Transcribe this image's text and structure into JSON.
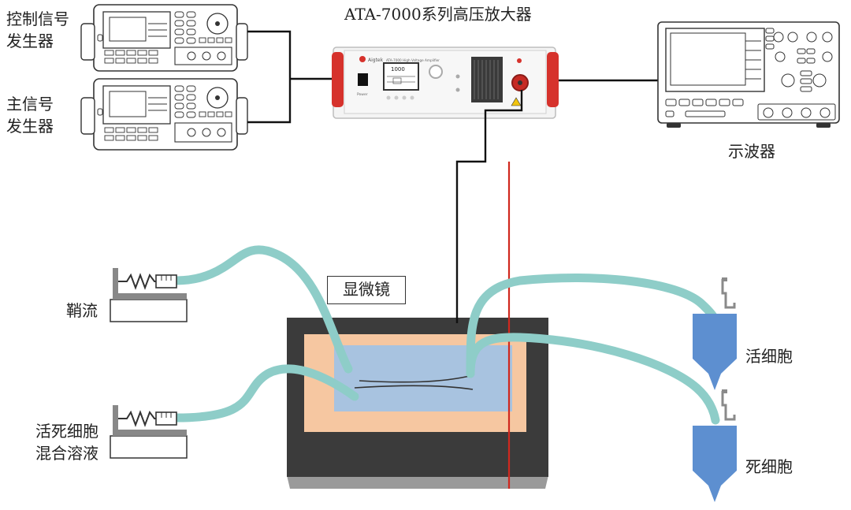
{
  "amplifier": {
    "title": "ATA-7000系列高压放大器",
    "screen_value": "1000",
    "brand": "Aigtek",
    "model_text": "ATA-7000  High Voltage Amplifier",
    "power_label": "Power"
  },
  "generators": {
    "control": "控制信号\n发生器",
    "main": "主信号\n发生器"
  },
  "oscilloscope": {
    "label": "示波器"
  },
  "microscope": {
    "label": "显微镜"
  },
  "inlets": {
    "sheath": "鞘流",
    "mixture": "活死细胞\n混合溶液"
  },
  "outlets": {
    "live": "活细胞",
    "dead": "死细胞"
  },
  "colors": {
    "tube": "#8ecdc8",
    "chip_dark": "#3b3b3b",
    "chip_base": "#9a9a9a",
    "chip_pad": "#f6c7a1",
    "channel": "#a8c3e0",
    "tube_collector": "#5d8fd0",
    "amp_red": "#d6322c",
    "electrode_wire": "#d0281e"
  }
}
